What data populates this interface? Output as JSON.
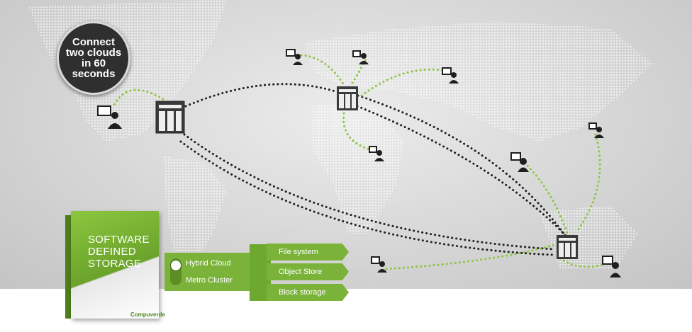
{
  "badge": {
    "text": "Connect two clouds in 60 seconds"
  },
  "product_box": {
    "title_lines": [
      "SOFTWARE",
      "DEFINED",
      "STORAGE"
    ],
    "brand": "Compuverde"
  },
  "toggle": {
    "options": [
      "Hybrid Cloud",
      "Metro Cluster"
    ],
    "selected": "Hybrid Cloud"
  },
  "features": [
    "File system",
    "Object Store",
    "Block storage"
  ],
  "colors": {
    "accent": "#7bb33a",
    "dark": "#2f2f2f",
    "link_dots": "#1f1f1f",
    "user_links": "#8cc63f"
  },
  "icons": [
    "server-icon",
    "user-computer-icon"
  ]
}
